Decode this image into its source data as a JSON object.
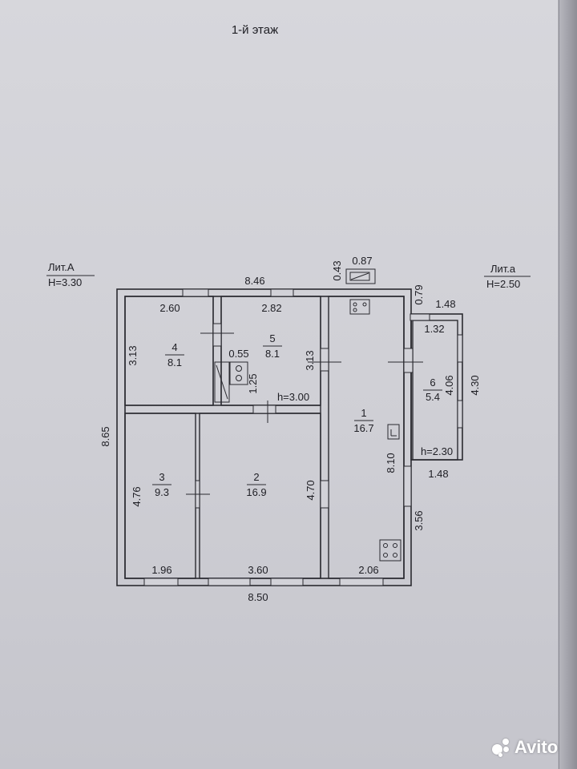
{
  "title": "1-й этаж",
  "lit_a": {
    "label": "Лит.А",
    "height": "H=3.30"
  },
  "lit_b": {
    "label": "Лит.а",
    "height": "H=2.50"
  },
  "rooms": [
    {
      "num": "1",
      "area": "16.7"
    },
    {
      "num": "2",
      "area": "16.9"
    },
    {
      "num": "3",
      "area": "9.3"
    },
    {
      "num": "4",
      "area": "8.1"
    },
    {
      "num": "5",
      "area": "8.1"
    },
    {
      "num": "6",
      "area": "5.4"
    }
  ],
  "dimensions": {
    "top_total": "8.46",
    "bottom_total": "8.50",
    "left_total": "8.65",
    "room4_width": "2.60",
    "room4_height": "3.13",
    "room5_width": "2.82",
    "room5_height": "3.13",
    "nook_width": "0.55",
    "nook_height": "1.25",
    "ceiling_h": "h=3.00",
    "room3_height": "4.76",
    "room3_width": "1.96",
    "room2_width": "3.60",
    "room2_height": "4.70",
    "room1_width": "2.06",
    "room1_height": "8.10",
    "chimney_w": "0.87",
    "chimney_h": "0.43",
    "offset_079": "0.79",
    "annex_outer_w": "1.48",
    "annex_inner_w": "1.32",
    "annex_inner_h": "4.06",
    "annex_outer_h": "4.30",
    "annex_ceiling": "h=2.30",
    "annex_bottom_w": "1.48",
    "lower_wall": "3.56"
  },
  "watermark": "Avito"
}
